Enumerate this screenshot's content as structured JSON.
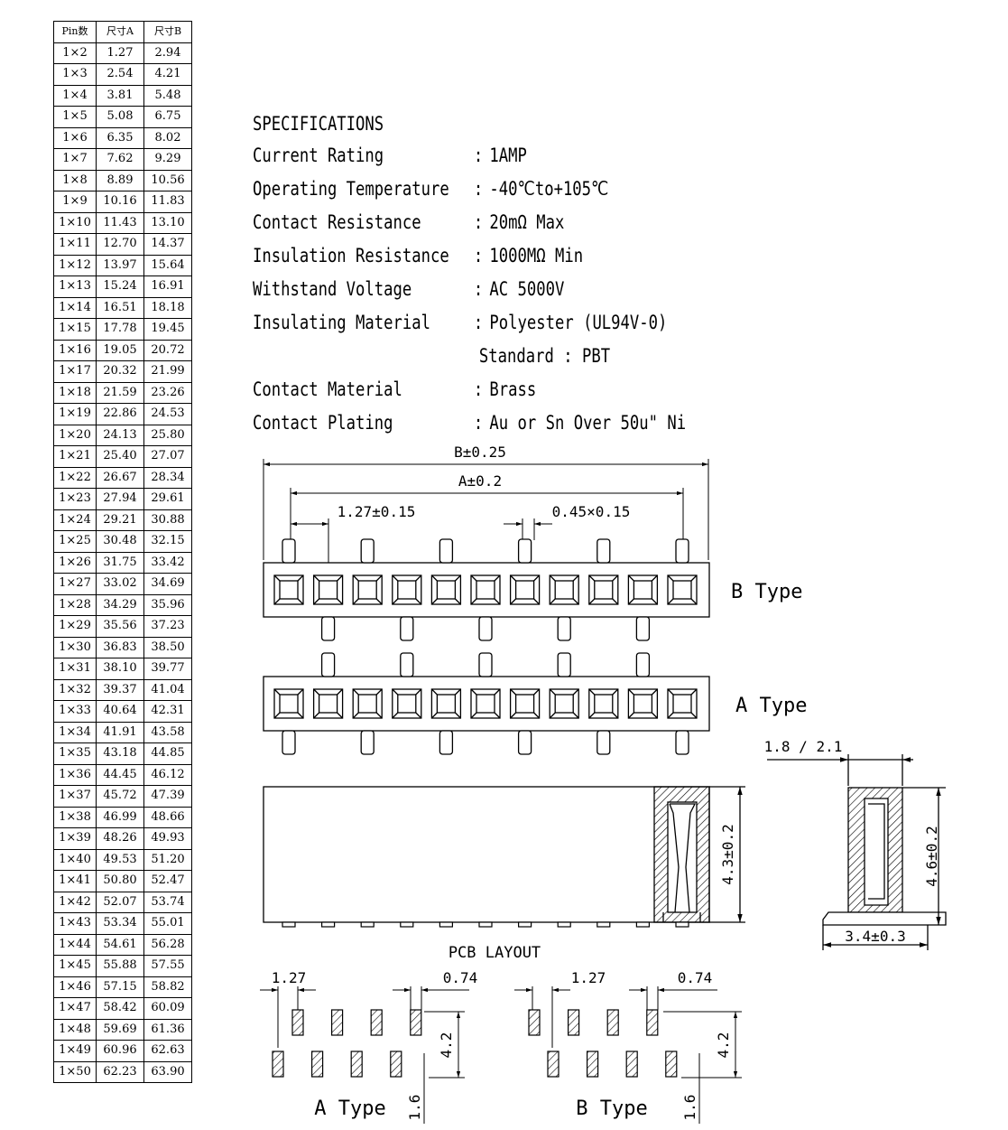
{
  "table": {
    "headers": [
      "Pin数",
      "尺寸A",
      "尺寸B"
    ],
    "rows": [
      [
        "1×2",
        "1.27",
        "2.94"
      ],
      [
        "1×3",
        "2.54",
        "4.21"
      ],
      [
        "1×4",
        "3.81",
        "5.48"
      ],
      [
        "1×5",
        "5.08",
        "6.75"
      ],
      [
        "1×6",
        "6.35",
        "8.02"
      ],
      [
        "1×7",
        "7.62",
        "9.29"
      ],
      [
        "1×8",
        "8.89",
        "10.56"
      ],
      [
        "1×9",
        "10.16",
        "11.83"
      ],
      [
        "1×10",
        "11.43",
        "13.10"
      ],
      [
        "1×11",
        "12.70",
        "14.37"
      ],
      [
        "1×12",
        "13.97",
        "15.64"
      ],
      [
        "1×13",
        "15.24",
        "16.91"
      ],
      [
        "1×14",
        "16.51",
        "18.18"
      ],
      [
        "1×15",
        "17.78",
        "19.45"
      ],
      [
        "1×16",
        "19.05",
        "20.72"
      ],
      [
        "1×17",
        "20.32",
        "21.99"
      ],
      [
        "1×18",
        "21.59",
        "23.26"
      ],
      [
        "1×19",
        "22.86",
        "24.53"
      ],
      [
        "1×20",
        "24.13",
        "25.80"
      ],
      [
        "1×21",
        "25.40",
        "27.07"
      ],
      [
        "1×22",
        "26.67",
        "28.34"
      ],
      [
        "1×23",
        "27.94",
        "29.61"
      ],
      [
        "1×24",
        "29.21",
        "30.88"
      ],
      [
        "1×25",
        "30.48",
        "32.15"
      ],
      [
        "1×26",
        "31.75",
        "33.42"
      ],
      [
        "1×27",
        "33.02",
        "34.69"
      ],
      [
        "1×28",
        "34.29",
        "35.96"
      ],
      [
        "1×29",
        "35.56",
        "37.23"
      ],
      [
        "1×30",
        "36.83",
        "38.50"
      ],
      [
        "1×31",
        "38.10",
        "39.77"
      ],
      [
        "1×32",
        "39.37",
        "41.04"
      ],
      [
        "1×33",
        "40.64",
        "42.31"
      ],
      [
        "1×34",
        "41.91",
        "43.58"
      ],
      [
        "1×35",
        "43.18",
        "44.85"
      ],
      [
        "1×36",
        "44.45",
        "46.12"
      ],
      [
        "1×37",
        "45.72",
        "47.39"
      ],
      [
        "1×38",
        "46.99",
        "48.66"
      ],
      [
        "1×39",
        "48.26",
        "49.93"
      ],
      [
        "1×40",
        "49.53",
        "51.20"
      ],
      [
        "1×41",
        "50.80",
        "52.47"
      ],
      [
        "1×42",
        "52.07",
        "53.74"
      ],
      [
        "1×43",
        "53.34",
        "55.01"
      ],
      [
        "1×44",
        "54.61",
        "56.28"
      ],
      [
        "1×45",
        "55.88",
        "57.55"
      ],
      [
        "1×46",
        "57.15",
        "58.82"
      ],
      [
        "1×47",
        "58.42",
        "60.09"
      ],
      [
        "1×48",
        "59.69",
        "61.36"
      ],
      [
        "1×49",
        "60.96",
        "62.63"
      ],
      [
        "1×50",
        "62.23",
        "63.90"
      ]
    ]
  },
  "specs": {
    "title": "SPECIFICATIONS",
    "items": [
      {
        "label": "Current Rating",
        "value": "1AMP"
      },
      {
        "label": "Operating Temperature",
        "value": "-40℃to+105℃"
      },
      {
        "label": "Contact Resistance",
        "value": "20mΩ Max"
      },
      {
        "label": "Insulation Resistance",
        "value": "1000MΩ Min"
      },
      {
        "label": "Withstand Voltage",
        "value": "AC 5000V"
      },
      {
        "label": "Insulating Material",
        "value": "Polyester (UL94V-0)"
      },
      {
        "label": "",
        "value": "Standard : PBT"
      },
      {
        "label": "Contact Material",
        "value": "Brass"
      },
      {
        "label": "Contact Plating",
        "value": "Au or Sn Over 50u\" Ni"
      }
    ]
  },
  "dims": {
    "b": "B±0.25",
    "a": "A±0.2",
    "pitch": "1.27±0.15",
    "pin_width": "0.45×0.15",
    "height_a": "4.3±0.2",
    "height_b": "4.6±0.2",
    "width_top": "1.8 / 2.1",
    "width_base": "3.4±0.3"
  },
  "labels": {
    "b_type": "B Type",
    "a_type": "A Type",
    "pcb_title": "PCB LAYOUT",
    "pcb_a_type": "A Type",
    "pcb_b_type": "B Type",
    "pcb_pitch": "1.27",
    "pcb_pad": "0.74",
    "pcb_row": "4.2",
    "pcb_offset": "1.6"
  }
}
